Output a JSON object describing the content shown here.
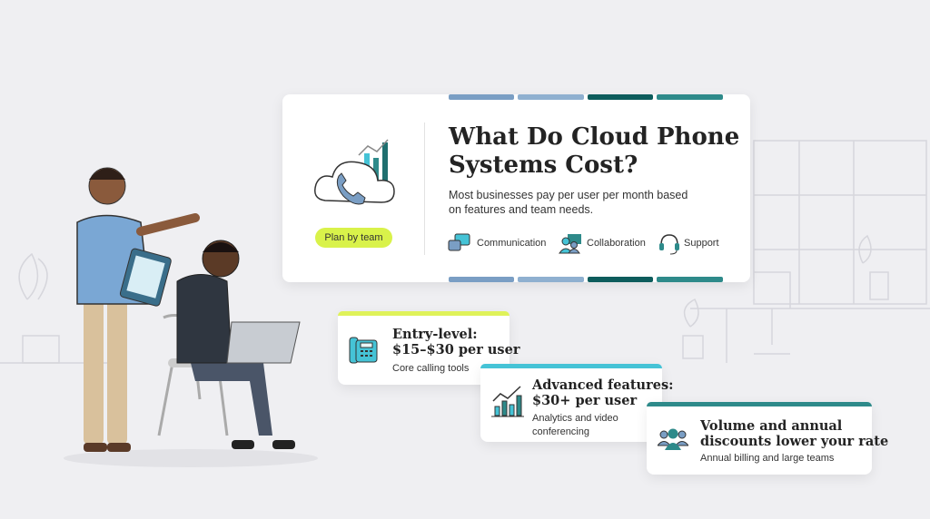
{
  "header": {
    "title_line1": "What Do Cloud Phone",
    "title_line2": "Systems Cost?",
    "subtitle_line1": "Most businesses pay per user per month based",
    "subtitle_line2": "on features and team needs.",
    "pill": "Plan by team"
  },
  "features": [
    {
      "label": "Communication",
      "icon": "chat-bubbles-icon"
    },
    {
      "label": "Collaboration",
      "icon": "team-icon"
    },
    {
      "label": "Support",
      "icon": "headset-icon"
    }
  ],
  "tiers": [
    {
      "title_line1": "Entry-level:",
      "title_line2": "$15–$30 per user",
      "desc_line1": "Core calling tools",
      "desc_line2": "",
      "icon": "desk-phone-icon",
      "accent": "#dff25a"
    },
    {
      "title_line1": "Advanced features:",
      "title_line2": "$30+ per user",
      "desc_line1": "Analytics and video",
      "desc_line2": "conferencing",
      "icon": "growth-chart-icon",
      "accent": "#45c3d6"
    },
    {
      "title_line1": "Volume and annual",
      "title_line2": "discounts lower your rate",
      "desc_line1": "Annual billing and large teams",
      "desc_line2": "",
      "icon": "group-icon",
      "accent": "#2e8a8a"
    }
  ],
  "colors": {
    "lime": "#dff25a",
    "cyan": "#45c3d6",
    "teal": "#2e8a8a",
    "dark_teal": "#0d5c5c",
    "blue": "#7a9ec4"
  }
}
